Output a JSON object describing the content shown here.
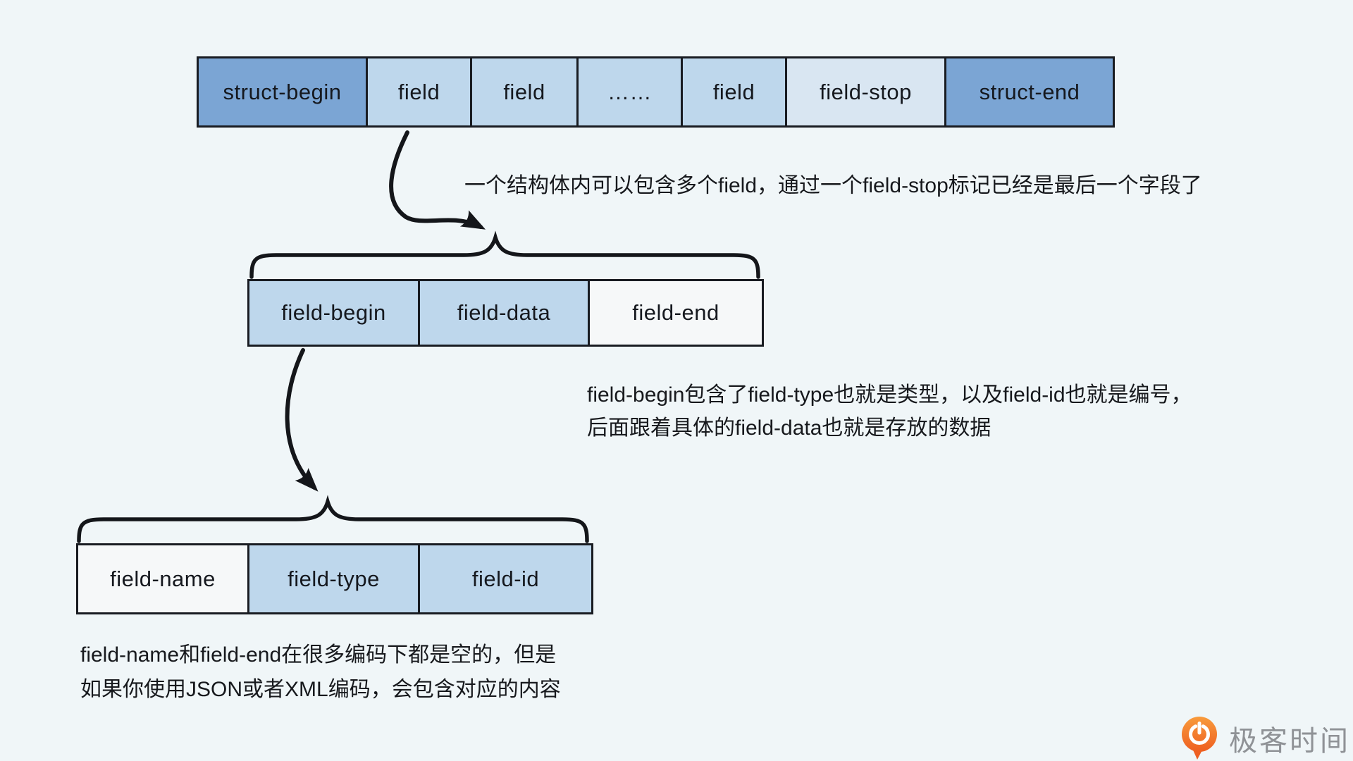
{
  "diagram": {
    "struct_row": {
      "cells": [
        {
          "label": "struct-begin",
          "variant": "dark"
        },
        {
          "label": "field",
          "variant": "light"
        },
        {
          "label": "field",
          "variant": "light"
        },
        {
          "label": "……",
          "variant": "light"
        },
        {
          "label": "field",
          "variant": "light"
        },
        {
          "label": "field-stop",
          "variant": "pale"
        },
        {
          "label": "struct-end",
          "variant": "dark"
        }
      ]
    },
    "field_row": {
      "cells": [
        {
          "label": "field-begin",
          "variant": "light"
        },
        {
          "label": "field-data",
          "variant": "light"
        },
        {
          "label": "field-end",
          "variant": "white"
        }
      ]
    },
    "field_begin_row": {
      "cells": [
        {
          "label": "field-name",
          "variant": "white"
        },
        {
          "label": "field-type",
          "variant": "light"
        },
        {
          "label": "field-id",
          "variant": "light"
        }
      ]
    },
    "notes": {
      "struct_note": "一个结构体内可以包含多个field，通过一个field-stop标记已经是最后一个字段了",
      "field_note_line1": "field-begin包含了field-type也就是类型，以及field-id也就是编号，",
      "field_note_line2": "后面跟着具体的field-data也就是存放的数据",
      "bottom_note_line1": "field-name和field-end在很多编码下都是空的，但是",
      "bottom_note_line2": "如果你使用JSON或者XML编码，会包含对应的内容"
    },
    "colors": {
      "background": "#f0f6f8",
      "dark_blue": "#7ba5d4",
      "light_blue": "#bed7ec",
      "pale_blue": "#d9e6f2",
      "white_cell": "#f6f8f9",
      "line": "#191c22",
      "logo_orange": "#ee5f21",
      "logo_gray": "#8f9296"
    }
  },
  "logo": {
    "brand": "极客时间"
  }
}
